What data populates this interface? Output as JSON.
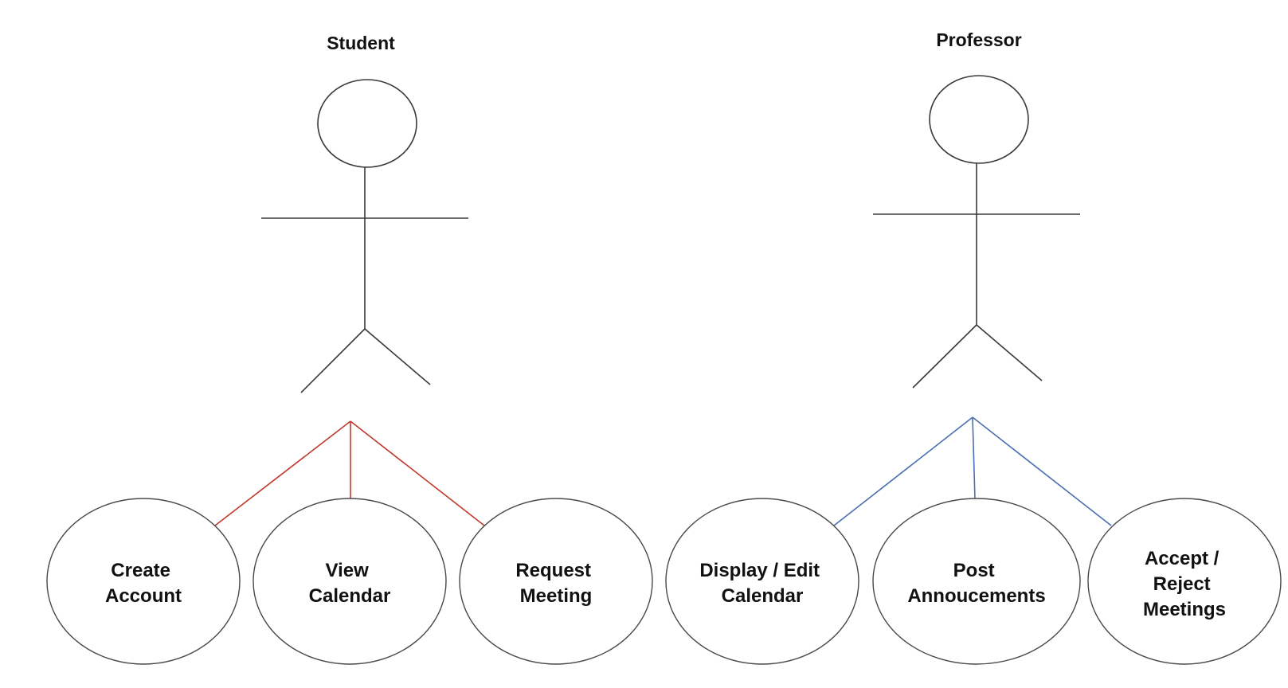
{
  "actors": [
    {
      "id": "student",
      "label": "Student",
      "link_color": "#c0392b",
      "use_cases": [
        {
          "lines": [
            "Create",
            "Account"
          ]
        },
        {
          "lines": [
            "View",
            "Calendar"
          ]
        },
        {
          "lines": [
            "Request",
            "Meeting"
          ]
        }
      ]
    },
    {
      "id": "professor",
      "label": "Professor",
      "link_color": "#4a6fb0",
      "use_cases": [
        {
          "lines": [
            "Display / Edit",
            "Calendar"
          ]
        },
        {
          "lines": [
            "Post",
            "Annoucements"
          ]
        },
        {
          "lines": [
            "Accept /",
            "Reject",
            "Meetings"
          ]
        }
      ]
    }
  ]
}
